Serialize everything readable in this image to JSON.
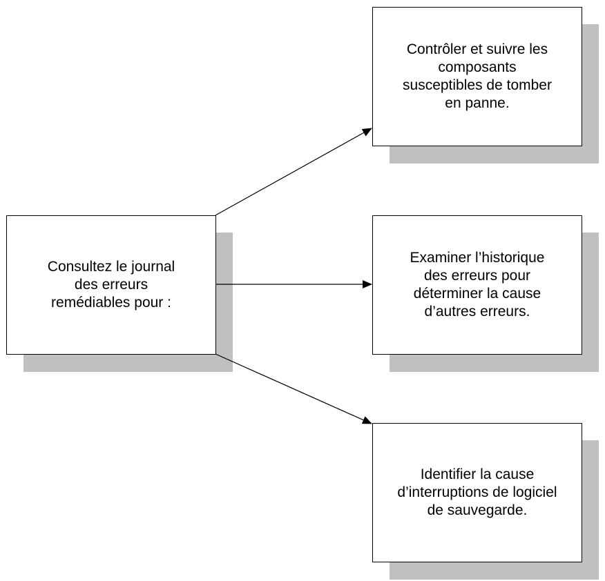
{
  "source": {
    "text": "Consultez le journal\ndes erreurs\nremédiables pour :"
  },
  "targets": [
    {
      "text": "Contrôler et suivre les\ncomposants\nsusceptibles de tomber\nen panne."
    },
    {
      "text": "Examiner l’historique\ndes erreurs pour\ndéterminer la cause\nd’autres erreurs."
    },
    {
      "text": "Identifier la cause\nd’interruptions de logiciel\nde sauvegarde."
    }
  ],
  "colors": {
    "shadow": "#c0c0c0",
    "border": "#000000",
    "background": "#ffffff"
  }
}
